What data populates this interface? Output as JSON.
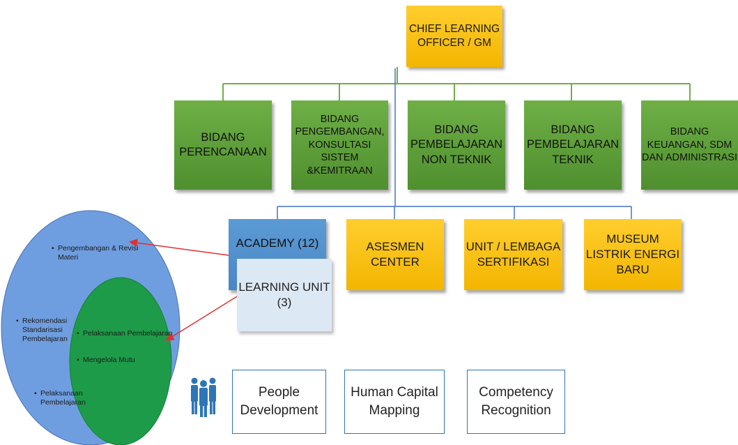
{
  "top": {
    "label": "CHIEF LEARNING\nOFFICER / GM"
  },
  "bidang": [
    {
      "label": "BIDANG\nPERENCANAAN"
    },
    {
      "label": "BIDANG\nPENGEMBANGAN,\nKONSULTASI SISTEM\n&KEMITRAAN"
    },
    {
      "label": "BIDANG\nPEMBELAJARAN\nNON TEKNIK"
    },
    {
      "label": "BIDANG\nPEMBELAJARAN\nTEKNIK"
    },
    {
      "label": "BIDANG\nKEUANGAN, SDM\nDAN ADMINISTRASI"
    }
  ],
  "units": {
    "academy": "ACADEMY (12)",
    "learning_unit": "LEARNING UNIT\n(3)",
    "asesmen": "ASESMEN\nCENTER",
    "sertifikasi": "UNIT / LEMBAGA\nSERTIFIKASI",
    "museum": "MUSEUM\nLISTRIK ENERGI\nBARU"
  },
  "circle": {
    "outer": [
      {
        "label": "Pengembangan & Revisi\nMateri"
      },
      {
        "label": "Rekomendasi\nStandarisasi\nPembelajaran"
      },
      {
        "label": "Pelaksanaan\nPembelajaran"
      }
    ],
    "inner": [
      {
        "label": "Pelaksanaan Pembelajaran"
      },
      {
        "label": "Mengelola Mutu"
      }
    ]
  },
  "pillars": [
    {
      "label": "People\nDevelopment"
    },
    {
      "label": "Human Capital\nMapping"
    },
    {
      "label": "Competency\nRecognition"
    }
  ],
  "colors": {
    "gold": "#f5b800",
    "green": "#5a9a38",
    "blue": "#5b9bd5",
    "connector_green": "#70ad47",
    "connector_blue": "#4472c4",
    "arrow_red": "#e03030"
  }
}
